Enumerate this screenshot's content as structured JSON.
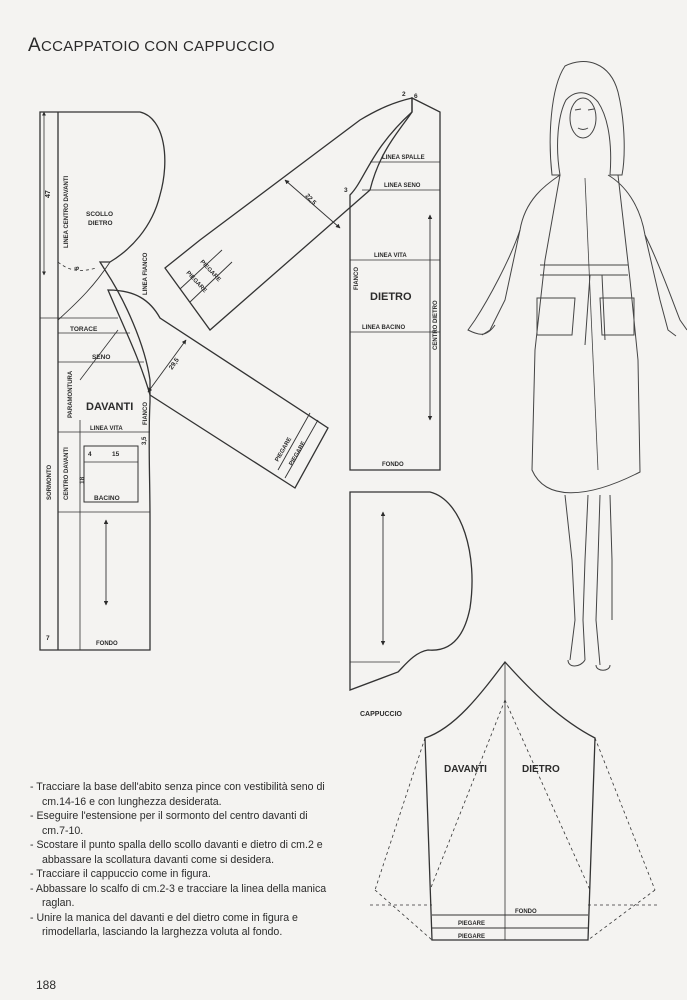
{
  "title": {
    "first_letter": "A",
    "rest": "CCAPPATOIO CON CAPPUCCIO"
  },
  "front_labels": {
    "centro_davanti_top": "LINEA CENTRO DAVANTI",
    "measure_47": "47",
    "scollo_dietro": "SCOLLO\nDIETRO",
    "measure_6": "6",
    "linea_fianco": "LINEA FIANCO",
    "torace": "TORACE",
    "seno": "SENO",
    "paramontura": "PARAMONTURA",
    "davanti": "DAVANTI",
    "fianco": "FIANCO",
    "measure_29_5": "29,5",
    "linea_vita": "LINEA VITA",
    "measure_3_5": "3,5",
    "measure_4": "4",
    "measure_15": "15",
    "measure_18": "18",
    "centro_davanti": "CENTRO DAVANTI",
    "sormonto": "SORMONTO",
    "bacino": "BACINO",
    "measure_7": "7",
    "fondo": "FONDO"
  },
  "sleeve_labels": {
    "piegare_1": "PIEGARE",
    "piegare_2": "PIEGARE",
    "piegare_3": "PIEGARE",
    "piegare_4": "PIEGARE",
    "measure_22_5": "22,5"
  },
  "back_labels": {
    "measure_2": "2",
    "measure_6": "6",
    "linea_spalle": "LINEA SPALLE",
    "linea_seno": "LINEA SENO",
    "measure_3": "3",
    "linea_vita": "LINEA VITA",
    "fianco": "FIANCO",
    "dietro": "DIETRO",
    "linea_bacino": "LINEA BACINO",
    "centro_dietro": "CENTRO DIETRO",
    "fondo": "FONDO"
  },
  "hood_label": "CAPPUCCIO",
  "sleeve_piece_labels": {
    "davanti": "DAVANTI",
    "dietro": "DIETRO",
    "fondo": "FONDO",
    "piegare_1": "PIEGARE",
    "piegare_2": "PIEGARE"
  },
  "instructions": [
    "Tracciare la base dell'abito senza pince con vestibilità seno di cm.14-16 e con lunghezza desiderata.",
    "Eseguire l'estensione per il sormonto del centro davanti di cm.7-10.",
    "Scostare il punto spalla dello scollo davanti e dietro di cm.2 e abbassare la scollatura davanti come si desidera.",
    "Tracciare il cappuccio come in figura.",
    "Abbassare lo scalfo di cm.2-3 e tracciare la linea della manica raglan.",
    "Unire la manica del davanti e del dietro come in figura e rimodellarla, lasciando la larghezza voluta al fondo."
  ],
  "page_number": "188"
}
